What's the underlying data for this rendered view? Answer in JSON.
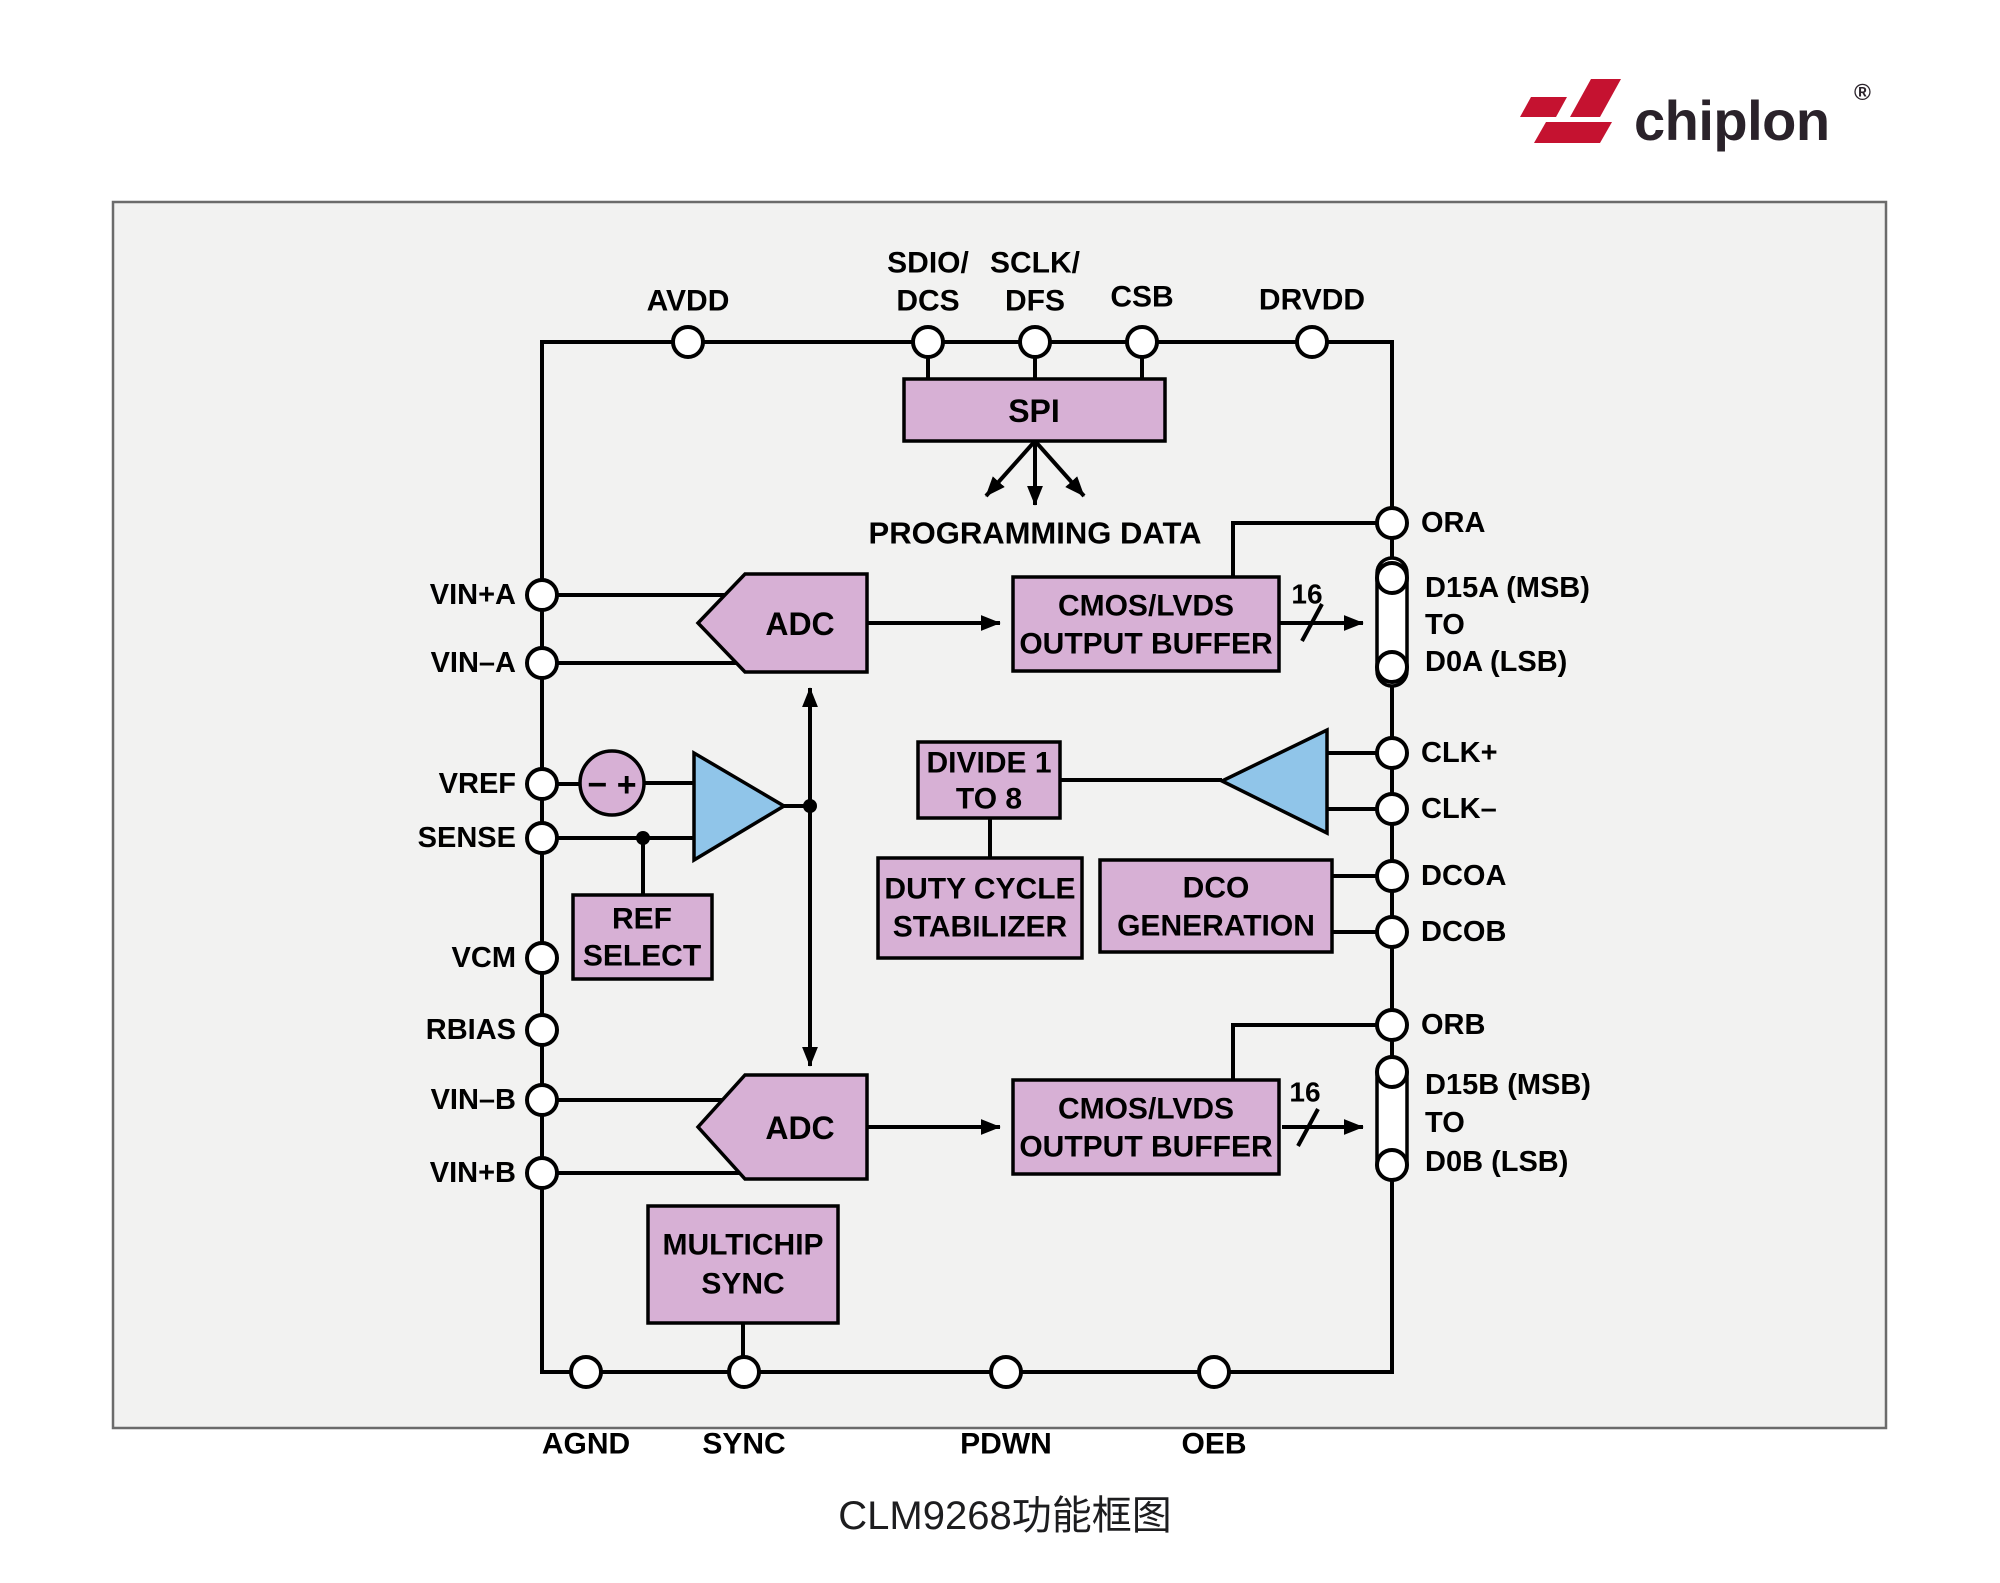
{
  "header": {
    "logo_text": "chiplon",
    "registered_mark": "®"
  },
  "caption": "CLM9268功能框图",
  "colors": {
    "block_fill": "#d7b0d5",
    "amplifier_fill": "#90c5e9",
    "panel_background": "#f2f2f1",
    "wire": "#000000",
    "logo_red": "#c51230",
    "logo_dark": "#2a222a"
  },
  "diagram": {
    "pins_top": [
      "AVDD",
      "SDIO/",
      "DCS",
      "SCLK/",
      "DFS",
      "CSB",
      "DRVDD"
    ],
    "pins_left": [
      "VIN+A",
      "VIN–A",
      "VREF",
      "SENSE",
      "VCM",
      "RBIAS",
      "VIN–B",
      "VIN+B"
    ],
    "pins_right": [
      "ORA",
      "D15A (MSB)",
      "TO",
      "D0A (LSB)",
      "CLK+",
      "CLK–",
      "DCOA",
      "DCOB",
      "ORB",
      "D15B (MSB)",
      "TO",
      "D0B (LSB)"
    ],
    "pins_bottom": [
      "AGND",
      "SYNC",
      "PDWN",
      "OEB"
    ],
    "blocks": {
      "spi": "SPI",
      "programming_data": "PROGRAMMING DATA",
      "adc": "ADC",
      "output_buffer_line1": "CMOS/LVDS",
      "output_buffer_line2": "OUTPUT BUFFER",
      "bus_width": "16",
      "divider_line1": "DIVIDE 1",
      "divider_line2": "TO 8",
      "duty_line1": "DUTY CYCLE",
      "duty_line2": "STABILIZER",
      "dco_line1": "DCO",
      "dco_line2": "GENERATION",
      "ref_line1": "REF",
      "ref_line2": "SELECT",
      "multichip_line1": "MULTICHIP",
      "multichip_line2": "SYNC",
      "ref_amp_sign": "− +"
    }
  }
}
